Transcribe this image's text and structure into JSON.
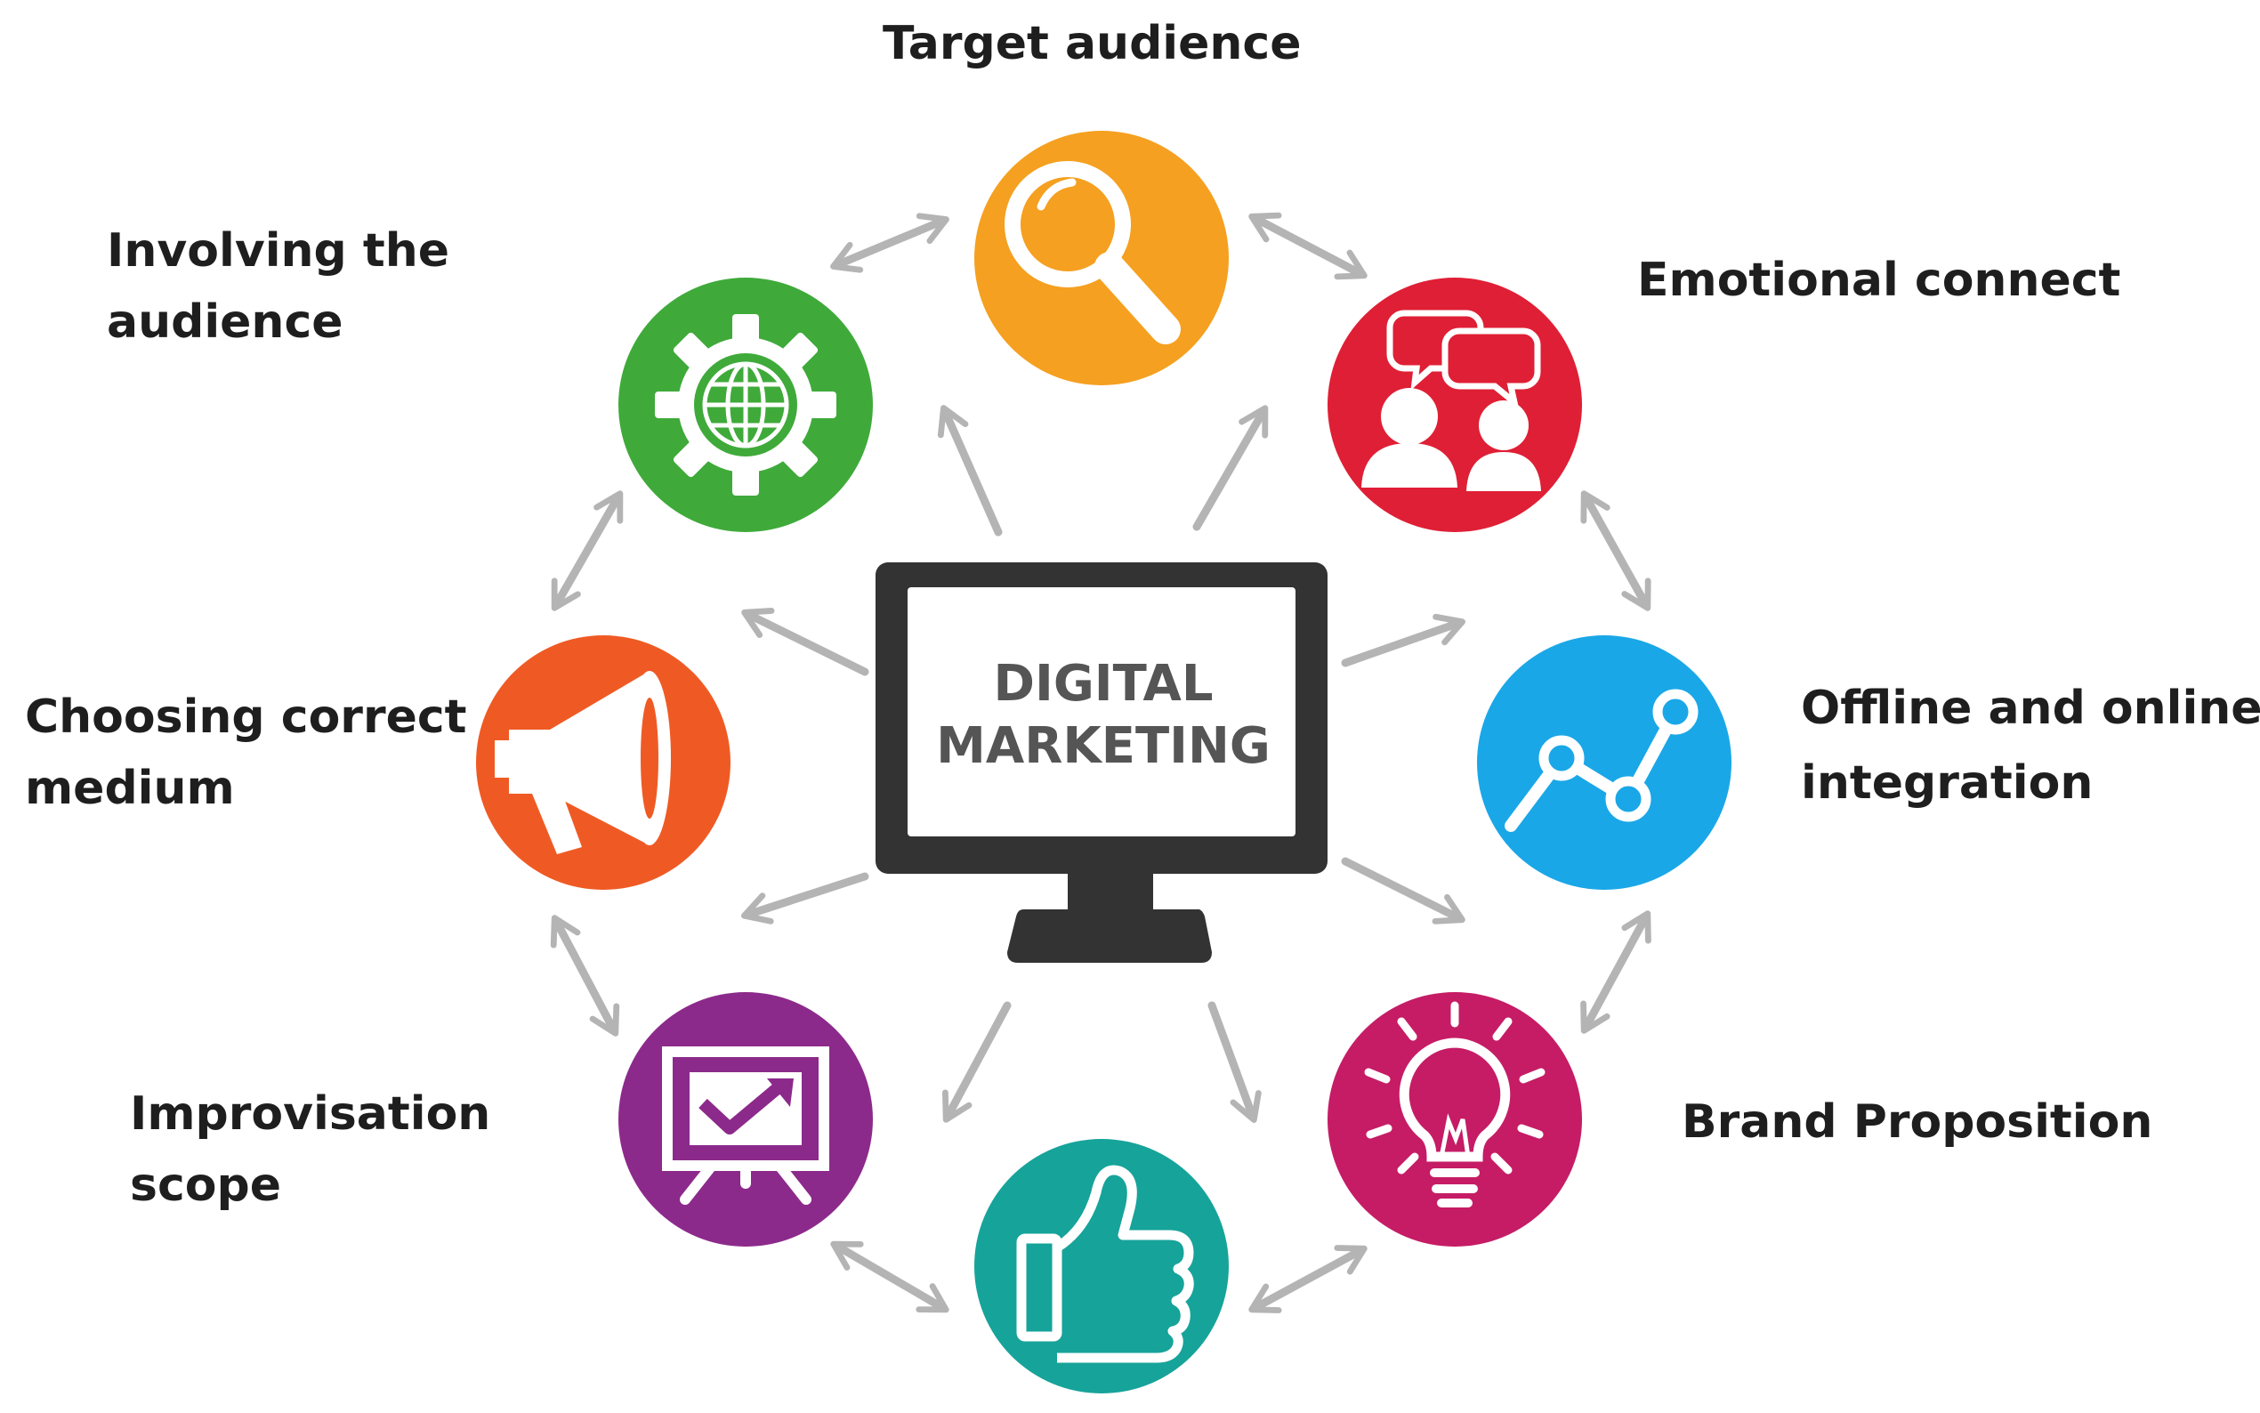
{
  "center": {
    "line1": "DIGITAL",
    "line2": "MARKETING"
  },
  "nodes": [
    {
      "id": "target-audience",
      "label_lines": [
        "Target audience"
      ],
      "color": "#F5A020",
      "icon": "magnifier-icon"
    },
    {
      "id": "emotional-connect",
      "label_lines": [
        "Emotional connect"
      ],
      "color": "#DF1F35",
      "icon": "people-chat-icon"
    },
    {
      "id": "offline-online",
      "label_lines": [
        "Offline and online",
        "integration"
      ],
      "color": "#1AA7E7",
      "icon": "line-graph-icon"
    },
    {
      "id": "brand-proposition",
      "label_lines": [
        "Brand Proposition"
      ],
      "color": "#C51C65",
      "icon": "lightbulb-icon"
    },
    {
      "id": "engagement",
      "label_lines": [],
      "color": "#16A39A",
      "icon": "thumbs-up-icon"
    },
    {
      "id": "improvisation-scope",
      "label_lines": [
        "Improvisation",
        "scope"
      ],
      "color": "#8C2A8B",
      "icon": "presentation-board-icon"
    },
    {
      "id": "choosing-medium",
      "label_lines": [
        "Choosing correct",
        "medium"
      ],
      "color": "#EF5A24",
      "icon": "megaphone-icon"
    },
    {
      "id": "involving-audience",
      "label_lines": [
        "Involving the",
        "audience"
      ],
      "color": "#3FAA3A",
      "icon": "gear-globe-icon"
    }
  ],
  "colors": {
    "arrow": "#B4B4B4",
    "monitor": "#333333",
    "screen_text": "#555555"
  }
}
